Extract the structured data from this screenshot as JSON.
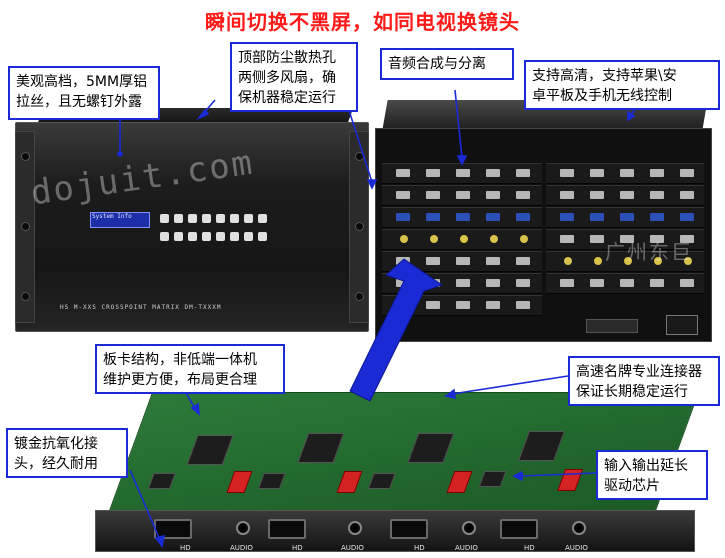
{
  "headline": "瞬间切换不黑屏，如同电视换镜头",
  "callouts": {
    "finish": [
      "美观高档，5MM厚铝",
      "拉丝，且无螺钉外露"
    ],
    "cooling": [
      "顶部防尘散热孔",
      "两侧多风扇，确",
      "保机器稳定运行"
    ],
    "audio": [
      "音频合成与分离"
    ],
    "wireless": [
      "支持高清，支持苹果\\安",
      "卓平板及手机无线控制"
    ],
    "card": [
      "板卡结构，非低端一体机",
      "维护更方便，布局更合理"
    ],
    "connector": [
      "高速名牌专业连接器",
      "保证长期稳定运行"
    ],
    "gold": [
      "镀金抗氧化接",
      "头，经久耐用"
    ],
    "driver": [
      "输入输出延长",
      "驱动芯片"
    ]
  },
  "watermarks": {
    "front": "dojuit.com",
    "rear": "广州东巨"
  },
  "device": {
    "front_lcd": "System Info",
    "front_model": "HS M-XXS CROSSPOINT MATRIX DM-TXXXM"
  },
  "ports": [
    "HD",
    "AUDIO",
    "HD",
    "AUDIO",
    "HD",
    "AUDIO",
    "HD",
    "AUDIO"
  ],
  "colors": {
    "headline": "#ff1a1a",
    "callout_border": "#1a2bd6",
    "arrow": "#1a2bd6",
    "pcb": "#236a2f"
  }
}
